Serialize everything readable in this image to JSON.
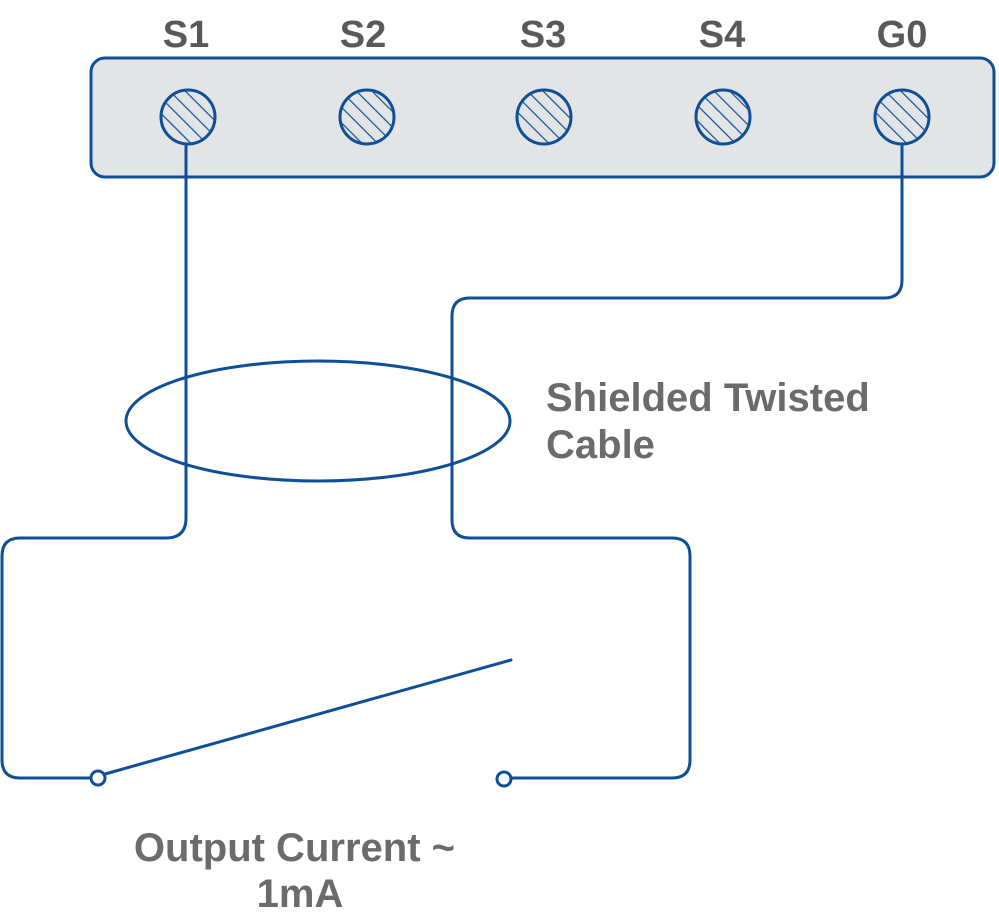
{
  "terminal_block": {
    "terminals": [
      {
        "id": "s1",
        "label": "S1"
      },
      {
        "id": "s2",
        "label": "S2"
      },
      {
        "id": "s3",
        "label": "S3"
      },
      {
        "id": "s4",
        "label": "S4"
      },
      {
        "id": "g0",
        "label": "G0"
      }
    ]
  },
  "cable": {
    "label_line1": "Shielded Twisted",
    "label_line2": "Cable"
  },
  "output": {
    "label_line1": "Output Current ~",
    "label_line2": "1mA"
  },
  "colors": {
    "wire": "#0f4f97",
    "block_fill": "#e3e4e6",
    "text": "#6b6b6b"
  }
}
